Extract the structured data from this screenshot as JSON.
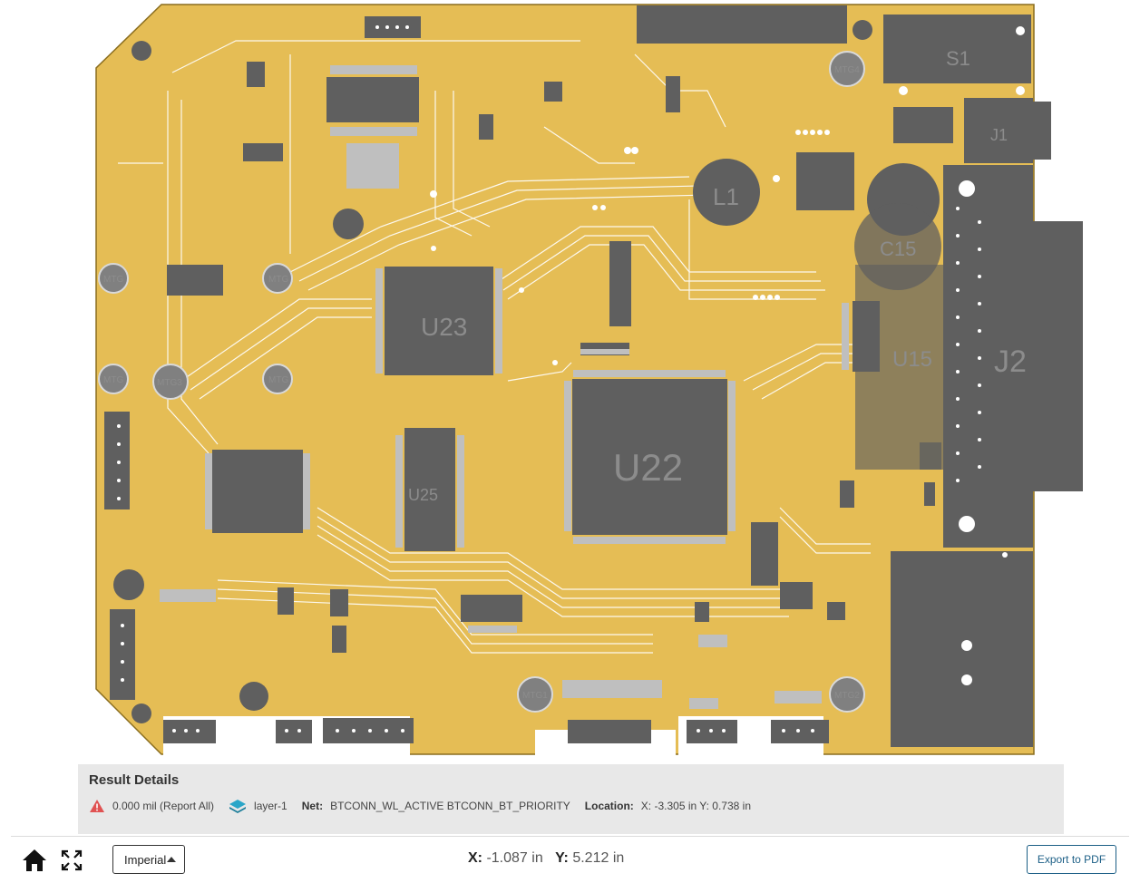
{
  "board": {
    "designators": [
      "S1",
      "L1",
      "C15",
      "U23",
      "U22",
      "U25",
      "U15",
      "J2",
      "J1",
      "MTG1",
      "MTG2",
      "MTG3",
      "MTG4",
      "MTG",
      "MTG",
      "MTG",
      "MTG"
    ]
  },
  "result_details": {
    "title": "Result Details",
    "severity_icon": "warning-triangle-icon",
    "measurement": "0.000 mil (Report All)",
    "layer_icon": "layers-icon",
    "layer": "layer-1",
    "net_label": "Net:",
    "net_value": "BTCONN_WL_ACTIVE BTCONN_BT_PRIORITY",
    "location_label": "Location:",
    "location_value": "X: -3.305 in Y: 0.738 in"
  },
  "toolbar": {
    "home_icon": "home-icon",
    "fit_icon": "fit-screen-icon",
    "units": "Imperial",
    "x_label": "X:",
    "x_value": "-1.087 in",
    "y_label": "Y:",
    "y_value": "5.212 in",
    "export_label": "Export to PDF"
  },
  "colors": {
    "board": "#e5bd55",
    "board_edge": "#8a6d1e",
    "component": "#5f5f5f",
    "trace": "#ffffff",
    "panel": "#e8e8e8",
    "accent": "#1c5f86",
    "warning": "#e05252",
    "layer": "#2aa6c8"
  }
}
